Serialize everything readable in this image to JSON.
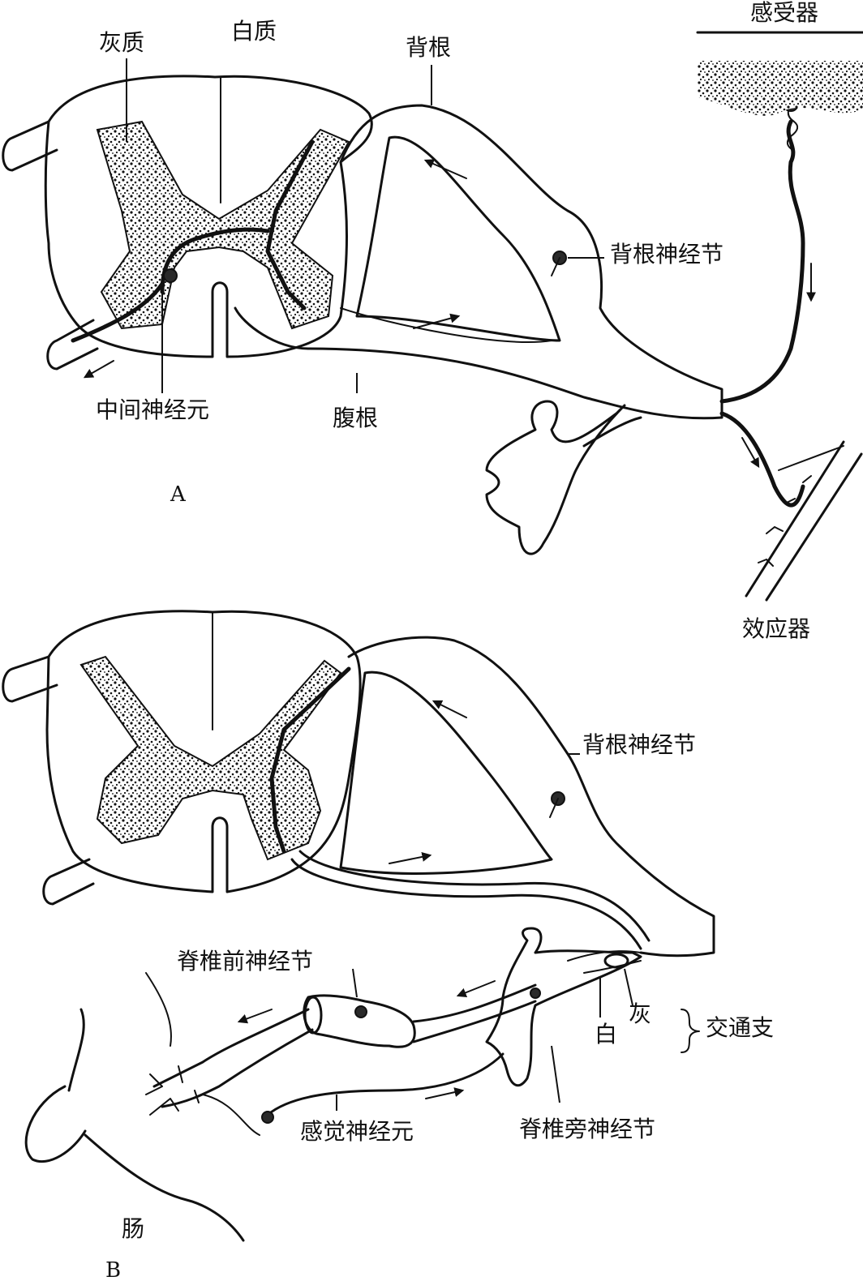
{
  "panel_a": {
    "label": "A",
    "labels": {
      "gray_matter": "灰质",
      "white_matter": "白质",
      "dorsal_root": "背根",
      "receptor": "感受器",
      "dorsal_root_ganglion": "背根神经节",
      "interneuron": "中间神经元",
      "ventral_root": "腹根",
      "effector": "效应器"
    }
  },
  "panel_b": {
    "label": "B",
    "labels": {
      "dorsal_root_ganglion": "背根神经节",
      "prevertebral_ganglion": "脊椎前神经节",
      "gray": "灰",
      "white": "白",
      "communicating_branch": "交通支",
      "sensory_neuron": "感觉神经元",
      "paravertebral_ganglion": "脊椎旁神经节",
      "intestine": "肠"
    }
  }
}
